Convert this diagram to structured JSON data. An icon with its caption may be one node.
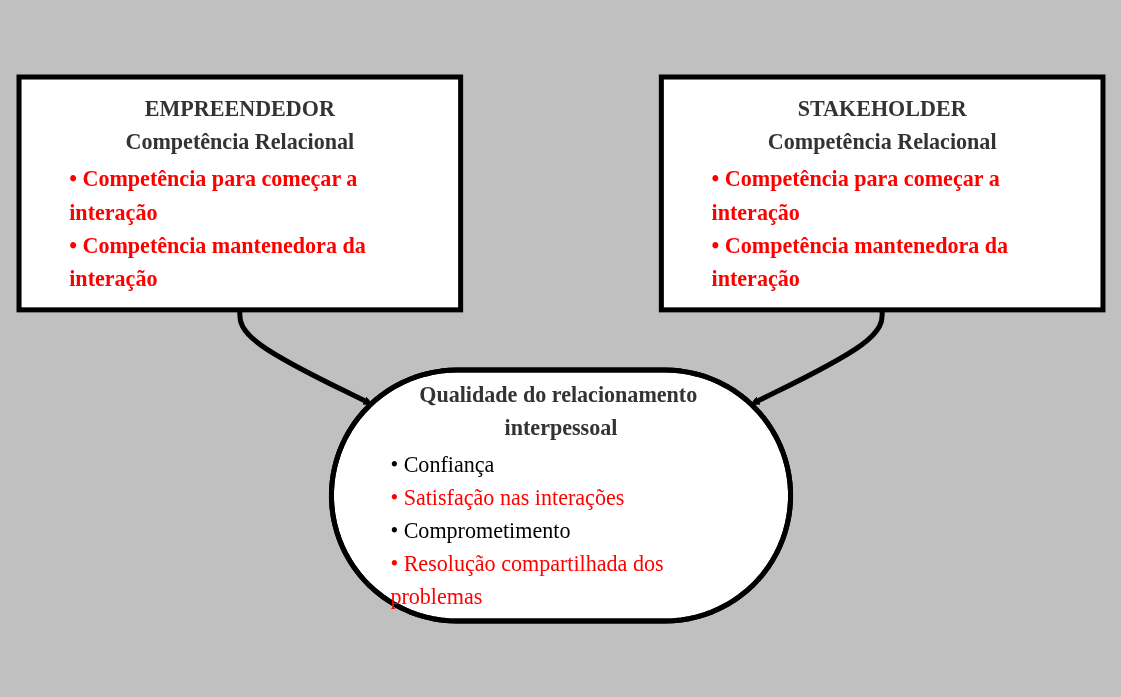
{
  "diagram": {
    "nodes": [
      {
        "text": [
          "EMPREENDEDOR",
          "Competência Relacional",
          "• Competência para começar a interação",
          "• Competência mantenedora da interação"
        ]
      },
      {
        "text": [
          "STAKEHOLDER",
          "Competência Relacional",
          "• Competência para começar a interação",
          "• Competência mantenedora da interação"
        ]
      },
      {
        "text": [
          "Qualidade do relacionamento interpessoal",
          "• Confiança",
          "• Satisfação nas interações",
          "• Comprometimento",
          "• Resolução compartilhada dos problemas"
        ]
      }
    ],
    "edges": [
      {
        "from": 0,
        "to": 2,
        "arrow": "to"
      },
      {
        "from": 1,
        "to": 2,
        "arrow": "to"
      }
    ]
  }
}
